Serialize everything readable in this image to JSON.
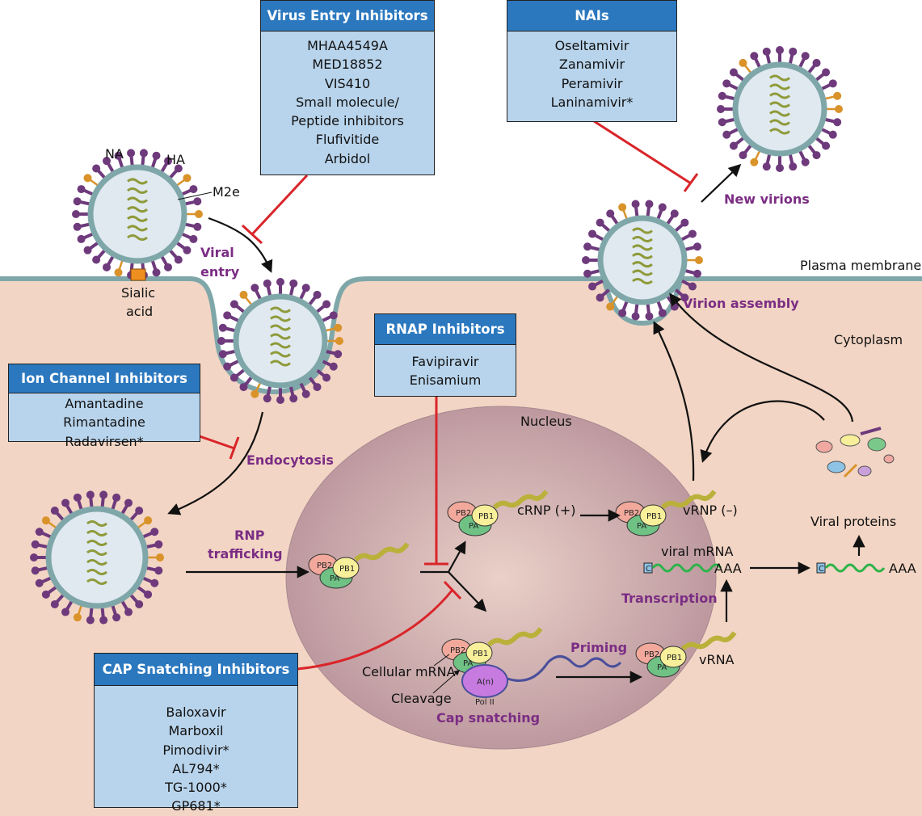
{
  "colors": {
    "cytoplasm": "#f2d5c4",
    "membrane": "#7fa7a9",
    "nucleus": "#c9a5a8",
    "inhibitor_box_header": "#2b78bf",
    "inhibitor_box_body": "#b8d4ec",
    "inhibition_line": "#d9252a",
    "process_label": "#7b2d84",
    "spike_ha": "#6e3a7c",
    "spike_na": "#d9932a"
  },
  "boxes": {
    "virus_entry": {
      "title": "Virus Entry Inhibitors",
      "items": [
        "MHAA4549A",
        "MED18852",
        "VIS410",
        "Small molecule/",
        "Peptide inhibitors",
        "Flufivitide",
        "Arbidol"
      ]
    },
    "nais": {
      "title": "NAIs",
      "items": [
        "Oseltamivir",
        "Zanamivir",
        "Peramivir",
        "Laninamivir*"
      ]
    },
    "ion_channel": {
      "title": "Ion Channel Inhibitors",
      "items": [
        "Amantadine",
        "Rimantadine",
        "Radavirsen*"
      ]
    },
    "rnap": {
      "title": "RNAP Inhibitors",
      "items": [
        "Favipiravir",
        "Enisamium"
      ]
    },
    "cap_snatching": {
      "title": "CAP Snatching Inhibitors",
      "items": [
        "Baloxavir",
        "Marboxil",
        "Pimodivir*",
        "AL794*",
        "TG-1000*",
        "GP681*"
      ]
    }
  },
  "labels": {
    "na": "NA",
    "ha": "HA",
    "m2e": "M2e",
    "sialic1": "Sialic",
    "sialic2": "acid",
    "plasma_membrane": "Plasma membrane",
    "cytoplasm": "Cytoplasm",
    "nucleus": "Nucleus",
    "crnp": "cRNP (+)",
    "vrnp": "vRNP (–)",
    "viral_mrna": "viral mRNA",
    "aaa": "AAA",
    "cap": "C",
    "vrna": "vRNA",
    "cellular_mrna": "Cellular mRNA",
    "cleavage": "Cleavage",
    "pol2": "Pol II",
    "an": "A(n)",
    "viral_proteins": "Viral proteins",
    "pb2": "PB2",
    "pb1": "PB1",
    "pa": "PA"
  },
  "processes": {
    "viral_entry1": "Viral",
    "viral_entry2": "entry",
    "endocytosis": "Endocytosis",
    "rnp1": "RNP",
    "rnp2": "trafficking",
    "virion_assembly": "Virion assembly",
    "new_virions": "New virions",
    "transcription": "Transcription",
    "priming": "Priming",
    "cap_snatching": "Cap snatching"
  }
}
